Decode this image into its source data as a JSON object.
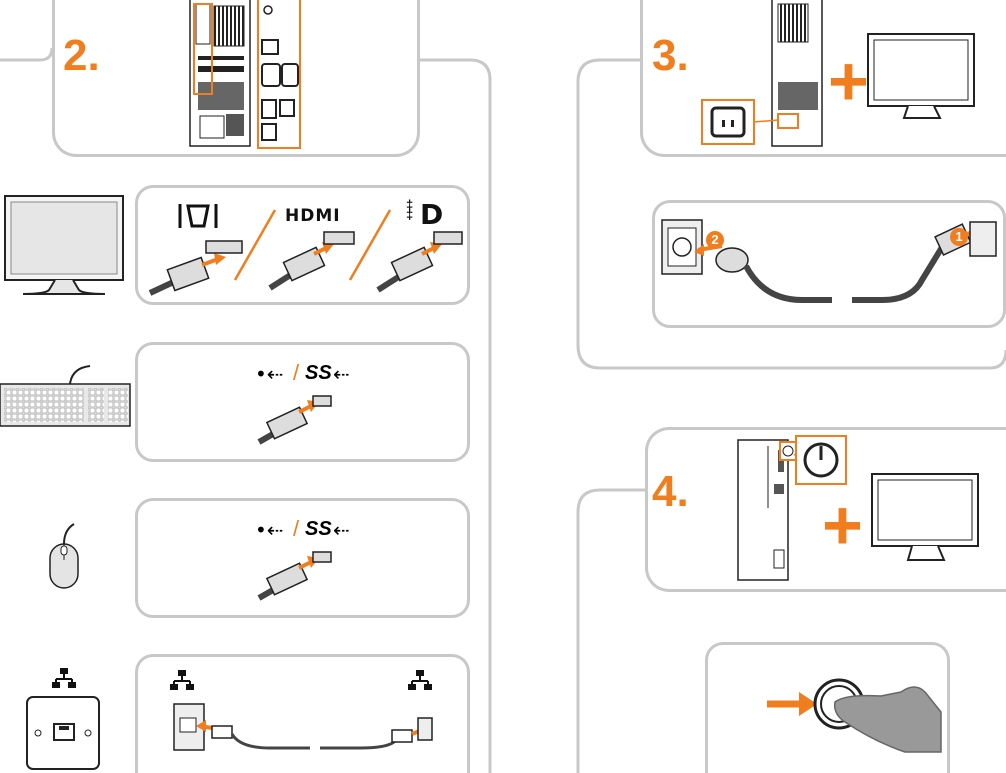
{
  "steps": {
    "step2": {
      "number": "2."
    },
    "step3": {
      "number": "3."
    },
    "step4": {
      "number": "4."
    }
  },
  "video": {
    "hdmi_logo": "HDMI",
    "displayport_logo": "D"
  },
  "usb": {
    "ss_text": "SS"
  },
  "power": {
    "outlet_marker": "2",
    "pc_marker": "1"
  },
  "colors": {
    "accent": "#f07d1e",
    "frame": "#c8c8c8",
    "line": "#222222"
  },
  "icons": [
    "vga-icon",
    "hdmi-icon",
    "displayport-icon",
    "usb-icon",
    "network-icon",
    "power-button-icon",
    "plus-icon",
    "arrow-icon"
  ]
}
